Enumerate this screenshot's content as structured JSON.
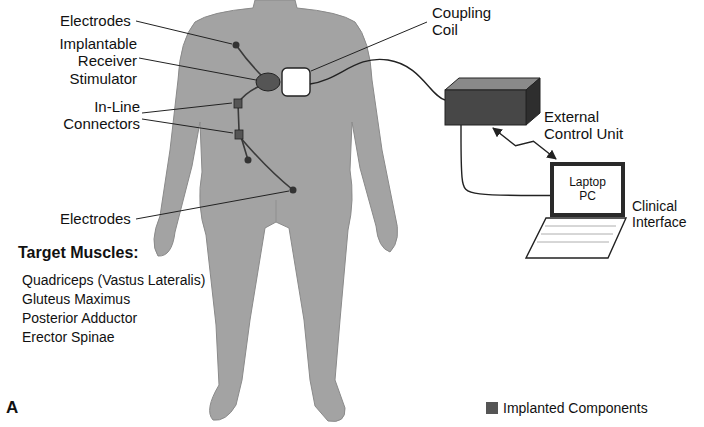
{
  "diagram": {
    "nodes": [
      {
        "text": [
          "External Control Unit"
        ]
      },
      {
        "text": [
          "Laptop PC"
        ]
      }
    ],
    "edges": [
      {
        "from": 0,
        "to": 1,
        "arrow": "none"
      },
      {
        "from": 0,
        "to": 1,
        "arrow": "both"
      }
    ],
    "labels": [
      "Electrodes",
      "Implantable Receiver Stimulator",
      "In-Line Connectors",
      "Electrodes",
      "Coupling Coil",
      "Clinical Interface",
      "Target Muscles:",
      "Quadriceps (Vastus Lateralis)",
      "Gluteus Maximus",
      "Posterior Adductor",
      "Erector Spinae",
      "A"
    ],
    "legend": [
      {
        "text": "Implanted Components",
        "color": "#555555"
      }
    ]
  }
}
